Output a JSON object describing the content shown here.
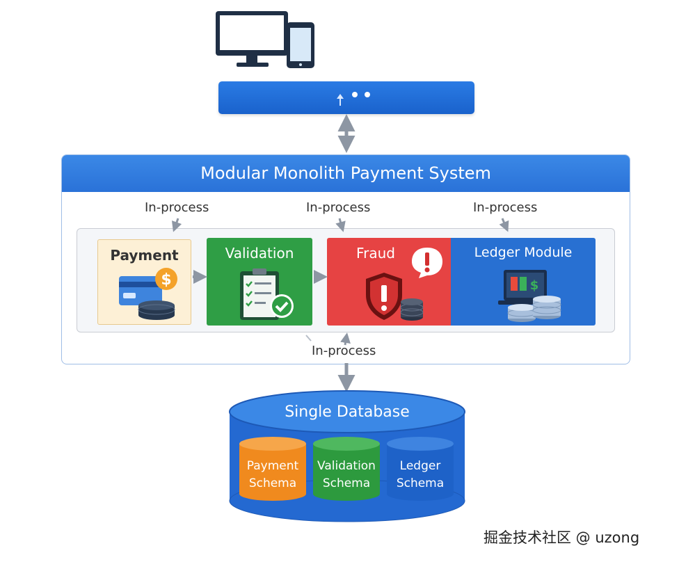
{
  "system": {
    "title": "Modular Monolith Payment System"
  },
  "in_process": {
    "top_left": "In-process",
    "top_center": "In-process",
    "top_right": "In-process",
    "bottom": "In-process"
  },
  "modules": {
    "payment": {
      "title": "Payment",
      "color": "#fdf0d6"
    },
    "validation": {
      "title": "Validation",
      "color": "#2f9e45"
    },
    "fraud": {
      "title": "Fraud",
      "color": "#e64343"
    },
    "ledger": {
      "title": "Ledger Module",
      "color": "#2870d2"
    }
  },
  "database": {
    "title": "Single Database",
    "schemas": {
      "payment": {
        "line1": "Payment",
        "line2": "Schema",
        "color": "#f08a1e"
      },
      "validation": {
        "line1": "Validation",
        "line2": "Schema",
        "color": "#2d9a3e"
      },
      "ledger": {
        "line1": "Ledger",
        "line2": "Schema",
        "color": "#1e62c8"
      }
    }
  },
  "icons": {
    "client": "desktop-and-phone-icon",
    "gateway": "upload-arrow-dots-icon",
    "payment": "credit-card-coins-icon",
    "validation": "checklist-clipboard-icon",
    "fraud": "shield-alert-icon",
    "ledger": "laptop-coins-icon"
  },
  "watermark": "掘金技术社区 @ uzong"
}
